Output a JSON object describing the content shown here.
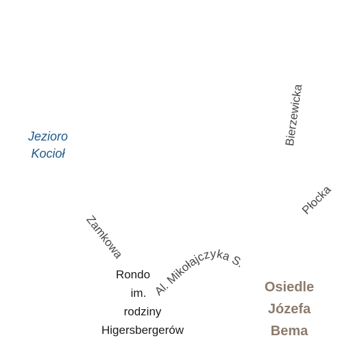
{
  "map": {
    "water_label": {
      "lines": [
        "Jezioro",
        "Kocioł"
      ],
      "color": "#1f5a8c"
    },
    "streets": {
      "bierzewicka": "Bierzewicka",
      "plocka": "Płocka",
      "zamkowa": "Zamkowa",
      "mikolajczyka": "Al. Mikołajczyka S."
    },
    "poi": {
      "lines": [
        "Rondo",
        "im.",
        "rodziny",
        "Higersbergerów"
      ]
    },
    "district": {
      "lines": [
        "Osiedle",
        "Józefa",
        "Bema"
      ],
      "color": "#8c7b6d"
    }
  }
}
